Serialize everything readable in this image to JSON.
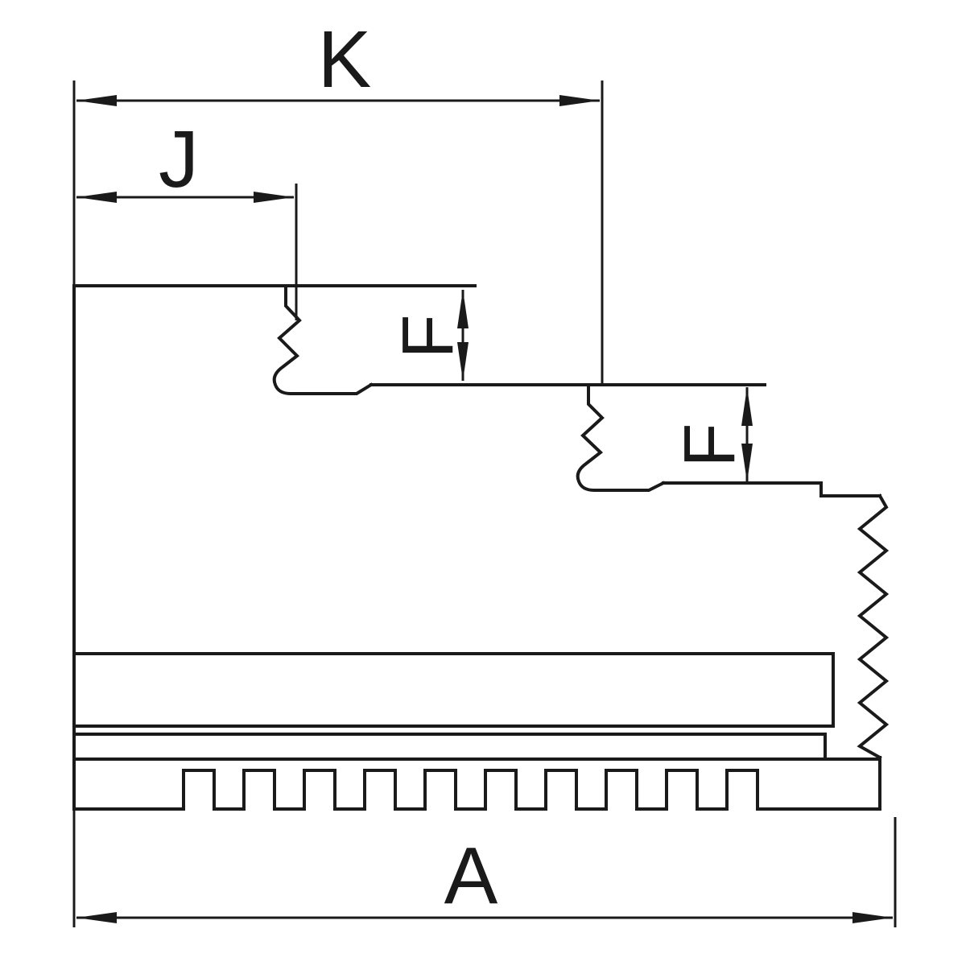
{
  "diagram": {
    "labels": {
      "k": "K",
      "j": "J",
      "f_upper": "F",
      "f_lower": "F",
      "a": "A"
    },
    "colors": {
      "line": "#1a1a1a",
      "background": "#ffffff"
    }
  }
}
